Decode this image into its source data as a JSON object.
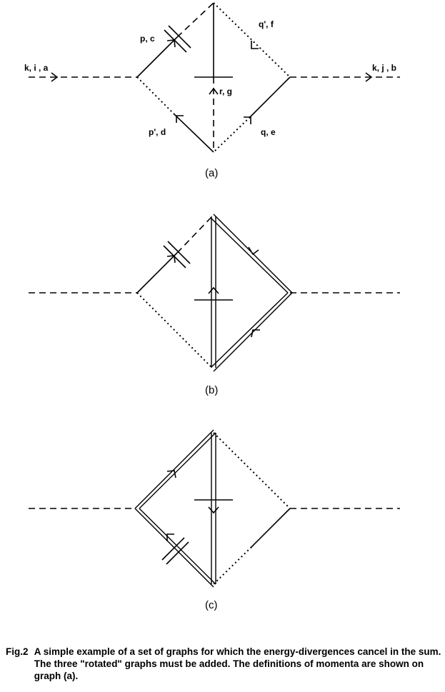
{
  "graph_a": {
    "label": "(a)",
    "momenta": {
      "incoming": "k, i , a",
      "outgoing": "k, j , b",
      "p": "p, c",
      "p_prime": "p', d",
      "q_prime": "q', f",
      "q": "q, e",
      "r": "r, g"
    }
  },
  "graph_b": {
    "label": "(b)"
  },
  "graph_c": {
    "label": "(c)"
  },
  "caption": {
    "figure": "Fig.2",
    "text": "A simple example of a set of graphs for which the energy-divergences cancel in the sum. The three \"rotated\" graphs must be added. The definitions of momenta are shown on graph (a)."
  }
}
